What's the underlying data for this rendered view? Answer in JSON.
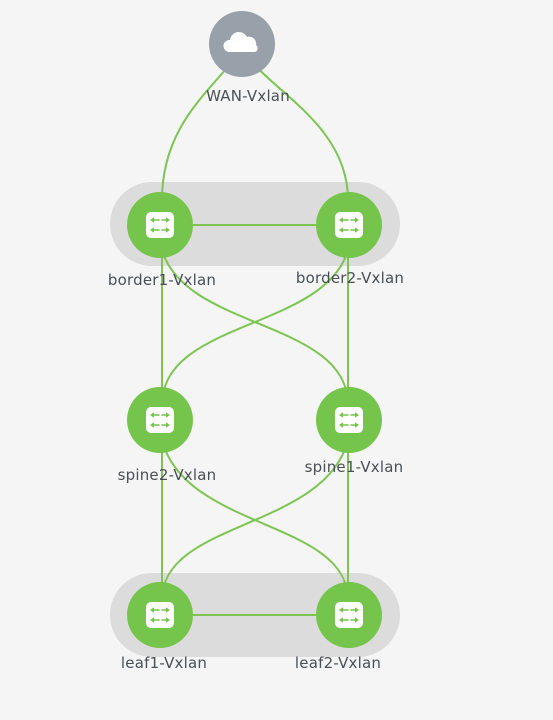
{
  "diagram": {
    "type": "network-topology",
    "colors": {
      "link": "#7dc452",
      "switch_node": "#75c44b",
      "wan_node": "#98a0aa",
      "group_background": "#dcdcdc",
      "label_text": "#4a4f57",
      "page_background": "#f4f5f4"
    },
    "nodes": {
      "wan": {
        "label": "WAN-Vxlan",
        "icon": "cloud-icon"
      },
      "border1": {
        "label": "border1-Vxlan",
        "icon": "switch-icon"
      },
      "border2": {
        "label": "border2-Vxlan",
        "icon": "switch-icon"
      },
      "spine2": {
        "label": "spine2-Vxlan",
        "icon": "switch-icon"
      },
      "spine1": {
        "label": "spine1-Vxlan",
        "icon": "switch-icon"
      },
      "leaf1": {
        "label": "leaf1-Vxlan",
        "icon": "switch-icon"
      },
      "leaf2": {
        "label": "leaf2-Vxlan",
        "icon": "switch-icon"
      }
    },
    "links": [
      {
        "from": "wan",
        "to": "border1"
      },
      {
        "from": "wan",
        "to": "border2"
      },
      {
        "from": "border1",
        "to": "border2"
      },
      {
        "from": "border1",
        "to": "spine2"
      },
      {
        "from": "border1",
        "to": "spine1"
      },
      {
        "from": "border2",
        "to": "spine1"
      },
      {
        "from": "border2",
        "to": "spine2"
      },
      {
        "from": "spine2",
        "to": "leaf1"
      },
      {
        "from": "spine2",
        "to": "leaf2"
      },
      {
        "from": "spine1",
        "to": "leaf2"
      },
      {
        "from": "spine1",
        "to": "leaf1"
      },
      {
        "from": "leaf1",
        "to": "leaf2"
      }
    ]
  }
}
